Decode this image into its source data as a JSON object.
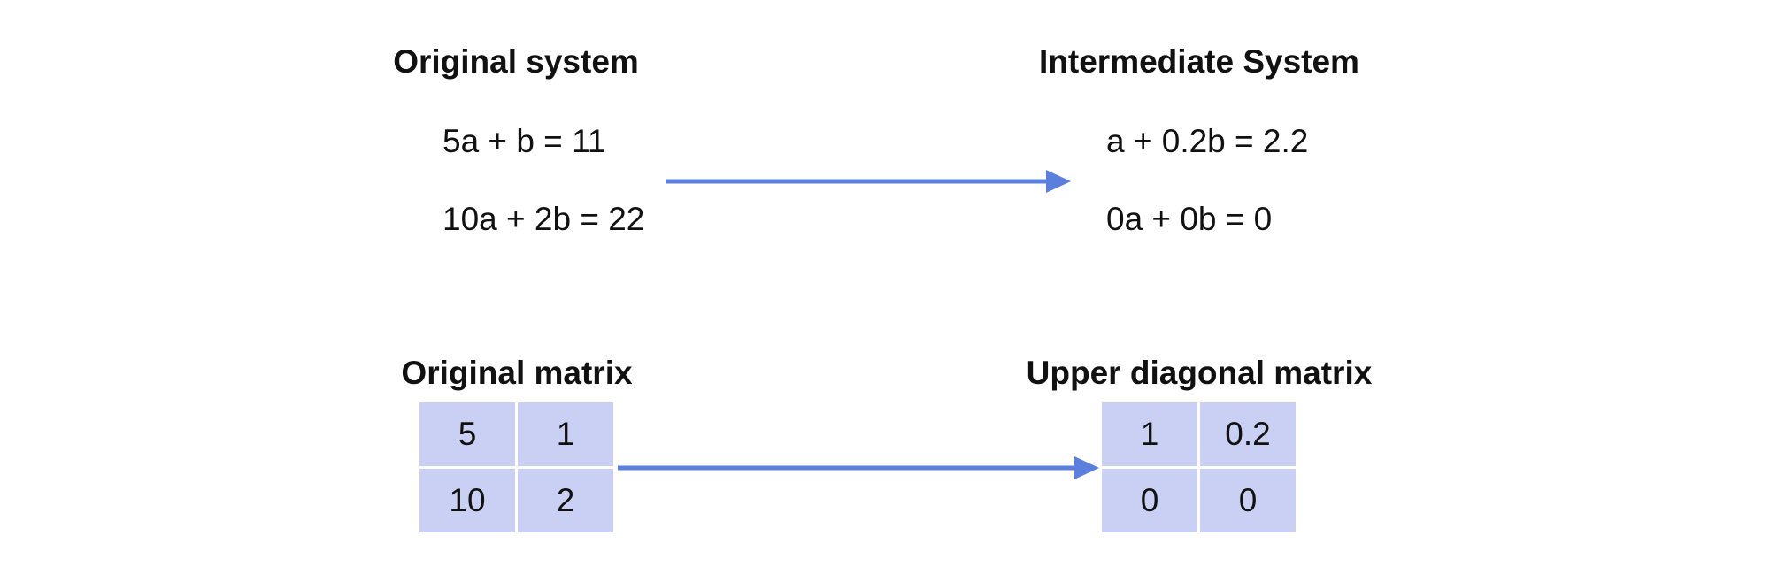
{
  "top": {
    "left_heading": "Original system",
    "right_heading": "Intermediate System",
    "left_equations": [
      "5a + b = 11",
      "10a + 2b = 22"
    ],
    "right_equations": [
      "a + 0.2b = 2.2",
      "0a + 0b = 0"
    ]
  },
  "bottom": {
    "left_heading": "Original matrix",
    "right_heading": "Upper diagonal matrix",
    "left_matrix": [
      [
        "5",
        "1"
      ],
      [
        "10",
        "2"
      ]
    ],
    "right_matrix": [
      [
        "1",
        "0.2"
      ],
      [
        "0",
        "0"
      ]
    ]
  },
  "colors": {
    "arrow": "#5b7fdc",
    "cell_fill": "#c9d0f4",
    "text": "#111111"
  },
  "icons": {
    "arrow": "right-arrow-icon"
  }
}
